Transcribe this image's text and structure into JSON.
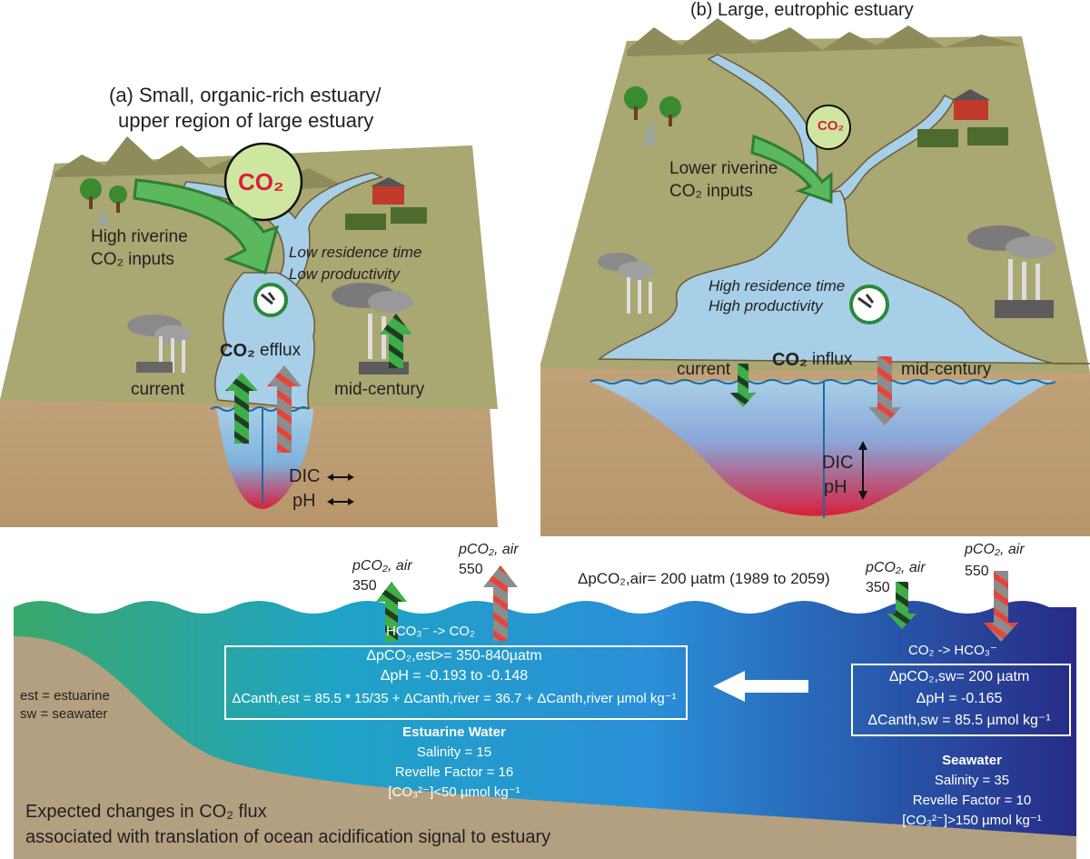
{
  "panel_a": {
    "title_line1": "(a) Small, organic-rich estuary/",
    "title_line2": "upper region of large estuary",
    "co2_bubble": "CO₂",
    "riverine_line1": "High riverine",
    "riverine_line2": "CO₂ inputs",
    "residence": "Low residence time",
    "productivity": "Low productivity",
    "efflux_co2": "CO₂",
    "efflux_word": "efflux",
    "current": "current",
    "mid_century": "mid-century",
    "dic": "DIC",
    "ph": "pH"
  },
  "panel_b": {
    "title": "(b) Large, eutrophic estuary",
    "co2_bubble": "CO₂",
    "riverine_line1": "Lower riverine",
    "riverine_line2": "CO₂ inputs",
    "residence": "High residence time",
    "productivity": "High productivity",
    "influx_co2": "CO₂",
    "influx_word": "influx",
    "current": "current",
    "mid_century": "mid-century",
    "dic": "DIC",
    "ph": "pH"
  },
  "bottom": {
    "pco2_air_left_a": "pCO₂, air",
    "val_350_left": "350",
    "pco2_air_left_b": "pCO₂, air",
    "val_550_left": "550",
    "delta_air": "ΔpCO₂,air= 200 µatm (1989 to 2059)",
    "pco2_air_right_a": "pCO₂, air",
    "val_350_right": "350",
    "pco2_air_right_b": "pCO₂, air",
    "val_550_right": "550",
    "reaction_est": "HCO₃⁻ -> CO₂",
    "reaction_sw": "CO₂ -> HCO₃⁻",
    "est_box_line1": "ΔpCO₂,est>= 350-840µatm",
    "est_box_line2": "ΔpH = -0.193 to -0.148",
    "est_box_line3": "ΔCanth,est = 85.5 * 15/35 + ΔCanth,river = 36.7 + ΔCanth,river µmol kg⁻¹",
    "sw_box_line1": "ΔpCO₂,sw= 200 µatm",
    "sw_box_line2": "ΔpH = -0.165",
    "sw_box_line3": "ΔCanth,sw = 85.5 µmol kg⁻¹",
    "est_title": "Estuarine Water",
    "est_salinity": "Salinity = 15",
    "est_revelle": "Revelle Factor = 16",
    "est_carbonate": "[CO₃²⁻]<50 µmol kg⁻¹",
    "sw_title": "Seawater",
    "sw_salinity": "Salinity = 35",
    "sw_revelle": "Revelle Factor = 10",
    "sw_carbonate": "[CO₃²⁻]>150 µmol kg⁻¹",
    "legend_est": "est = estuarine",
    "legend_sw": "sw = seawater",
    "caption_line1": "Expected changes in CO₂ flux",
    "caption_line2": "associated with translation of ocean acidification signal to estuary"
  },
  "colors": {
    "land": "#a9a772",
    "soil": "#c4a882",
    "water": "#a7cfe8",
    "mountain": "#8d8c5a",
    "arrow_green": "#39a845",
    "arrow_grey": "#8c8c8c",
    "stripe_red": "#e8433a",
    "deep_blue": "#2b2d8c",
    "bubble": "#cfe6a1",
    "acid_red": "#d81f3d"
  }
}
